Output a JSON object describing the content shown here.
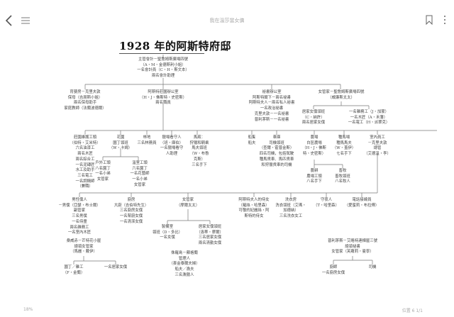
{
  "header": {
    "title": "我在溫莎當女傭",
    "back_icon": "chevron-left-icon",
    "menu_icon": "list-icon",
    "bookmark_icon": "bookmark-icon",
    "more_icon": "more-vertical-icon"
  },
  "footer": {
    "progress": "18%",
    "location": "位置 6 1/1"
  },
  "chart": {
    "title": "1928 年的阿斯特府邸",
    "root": [
      "主管會計－聖詹姆斯廣場四號",
      "（A・M・金德斯利小姐）",
      "一名會計員（C・H・斯文本）",
      "兩名會計助理"
    ],
    "level1": [
      {
        "lines": [
          "育嬰房－克里夫敦",
          "保母（吉朋斯小姐）",
          "兩名保母助手",
          "家庭教師（法蘭波德爾）"
        ]
      },
      {
        "lines": [
          "阿斯特莊園辦公室",
          "（H・J・佛斯特・史密斯）",
          "兩名職員"
        ]
      },
      {
        "lines": [
          "祕書辦公室",
          "阿斯特閣下－兩名祕書",
          "阿斯特夫人－兩名私人祕書",
          "一名政治祕書",
          "克里夫敦－一名祕書",
          "普利茅斯－一名祕書"
        ]
      },
      {
        "lines": [
          "女管家－聖詹姆斯廣場四號",
          "（威廉斯太太）"
        ]
      },
      {
        "lines": [
          "居家女僕領班",
          "（C・納許）",
          "兩名居家女僕"
        ]
      },
      {
        "lines": [
          "一名雜務工（J・加蒙）",
          "一名木匠（A・禾藩）",
          "一名電工（H・派翠克）"
        ]
      }
    ],
    "level2": [
      {
        "lines": [
          "莊園維護工頭",
          "（伯特・艾米特）",
          "六名油漆工",
          "兩名木匠",
          "兩名綜合工",
          "一名泥磚匠",
          "水工及助手",
          "三名電工",
          "一名調鍋師",
          "（兼職）"
        ]
      },
      {
        "lines": [
          "花園",
          "園丁領班",
          "（W・卡姆）"
        ]
      },
      {
        "lines": [
          "林地",
          "三名林務員"
        ]
      },
      {
        "lines": [
          "獵場看守人",
          "（班・庫伯）",
          "一名獵場看守",
          "人助理"
        ]
      },
      {
        "lines": [
          "馬廄：",
          "狩獵和騎乘",
          "馬夫領班",
          "（W・布魯",
          "克斯）",
          "三名手下"
        ]
      },
      {
        "lines": [
          "船隻",
          "船夫"
        ]
      },
      {
        "lines": [
          "車庫",
          "司機領班",
          "（查爾・霍普金斯）",
          "四名司機，包括駕駛",
          "種馬貨車、馬匹貨車",
          "和狩獵貨車的司機"
        ]
      },
      {
        "lines": [
          "農場",
          "白區農場",
          "（H・J・佛斯",
          "特・史密斯）"
        ]
      },
      {
        "lines": [
          "種馬場",
          "種馬馬夫",
          "（W・蓋伊）",
          "七名手下"
        ]
      },
      {
        "lines": [
          "室內員工",
          "－克里夫敦",
          "總管",
          "（艾德溫・李）"
        ]
      }
    ],
    "garden_sub": [
      {
        "lines": [
          "戶外工頭",
          "八名園丁",
          "一名小弟",
          "女管家"
        ]
      },
      {
        "lines": [
          "溫室工頭",
          "六名園丁",
          "一名花藝師",
          "一名小弟",
          "女管家"
        ]
      }
    ],
    "farm_sub": [
      {
        "lines": [
          "農耕",
          "農場工頭",
          "八名手下"
        ]
      },
      {
        "lines": [
          "畜牧",
          "畜牧領班",
          "八名牧人"
        ]
      }
    ],
    "level3": [
      {
        "lines": [
          "男性僕人",
          "－男僕（亞瑟・布士爾）",
          "副管家",
          "三名男僕",
          "一名侍童",
          "兩名雜務工",
          "一名室內木匠"
        ]
      },
      {
        "lines": [
          "廚房",
          "大廚（吉伯特先生）",
          "三名廚房女僕",
          "一名幫廚女僕",
          "一名清潔女僕"
        ]
      },
      {
        "lines": [
          "女管家",
          "（摩爾太太）"
        ]
      },
      {
        "lines": [
          "阿斯特夫人的侍女",
          "（羅絲・哈里森）",
          "可敬的妃麗絲・阿",
          "斯特的侍女"
        ]
      },
      {
        "lines": [
          "洗衣房",
          "洗衣領班（艾瑪・",
          "加德納）",
          "三名洗衣女工"
        ]
      },
      {
        "lines": [
          "守夜人",
          "（T・哈里森）"
        ]
      },
      {
        "lines": [
          "電話接線員",
          "（愛蜜莉・布拉傅）"
        ]
      }
    ],
    "housekeeper_sub": [
      {
        "lines": [
          "製備室",
          "領班（D・多比）",
          "一名女僕"
        ]
      },
      {
        "lines": [
          "居家女僕領班",
          "（洛蒂・摩爾）",
          "三名居家女僕",
          "兩名清勤女僕"
        ]
      }
    ],
    "sandwich": {
      "lines": [
        "桑威赤－芒特花小屋",
        "總領女管家",
        "（馬麗・戴伊）"
      ]
    },
    "sandwich_sub": [
      {
        "lines": [
          "園丁／雜工",
          "（F・金蘭）"
        ]
      },
      {
        "lines": [
          "一名居家女僕"
        ]
      }
    ],
    "island": {
      "lines": [
        "侏羅島－蘇格蘭",
        "管理人",
        "（麥金泰爾夫婦）",
        "船夫／漁夫",
        "三名漁獵人"
      ]
    },
    "plymouth": {
      "lines": [
        "普利茅斯－艾略特連棟屋三號",
        "總領祕書",
        "女管家（芙蘿莉・曼寧）"
      ]
    },
    "plymouth_sub": [
      {
        "lines": [
          "廚師",
          "一名廚房女僕"
        ]
      },
      {
        "lines": [
          "司機"
        ]
      }
    ]
  }
}
